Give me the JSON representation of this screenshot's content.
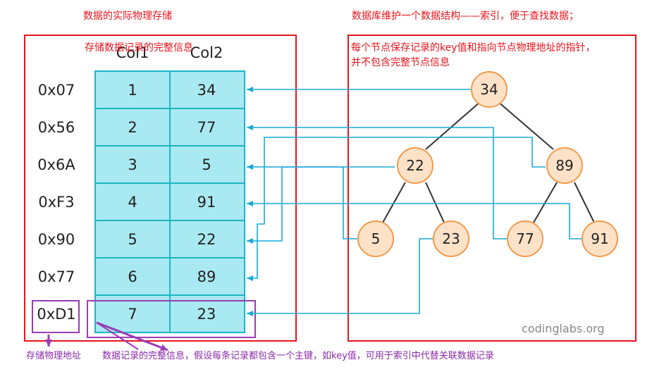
{
  "notes": {
    "physical_storage": "数据的实际物理存储",
    "full_record_info": "存储数据记录的完整信息",
    "index_structure": "数据库维护一个数据结构——索引，便于查找数据；",
    "node_desc_line1": "每个节点保存记录的key值和指向节点物理地址的指针，",
    "node_desc_line2": "并不包含完整节点信息",
    "address_label": "存储物理地址",
    "record_label": "数据记录的完整信息，假设每条记录都包含一个主键，如key值，可用于索引中代替关联数据记录"
  },
  "table": {
    "headers": [
      "Col1",
      "Col2"
    ],
    "rows": [
      {
        "addr": "0x07",
        "col1": "1",
        "col2": "34"
      },
      {
        "addr": "0x56",
        "col1": "2",
        "col2": "77"
      },
      {
        "addr": "0x6A",
        "col1": "3",
        "col2": "5"
      },
      {
        "addr": "0xF3",
        "col1": "4",
        "col2": "91"
      },
      {
        "addr": "0x90",
        "col1": "5",
        "col2": "22"
      },
      {
        "addr": "0x77",
        "col1": "6",
        "col2": "89"
      },
      {
        "addr": "0xD1",
        "col1": "7",
        "col2": "23"
      }
    ]
  },
  "tree": {
    "root": "34",
    "level1": [
      "22",
      "89"
    ],
    "leaves": [
      "5",
      "23",
      "77",
      "91"
    ]
  },
  "watermark": "codinglabs.org",
  "colors": {
    "red": "#e8141c",
    "purple": "#9b3bb5",
    "cyan": "#1aa9d8",
    "cell_fill": "#a9e9f2",
    "cell_border": "#1fb5c4",
    "node_fill": "#fde2c8",
    "node_border": "#f39a4b"
  }
}
